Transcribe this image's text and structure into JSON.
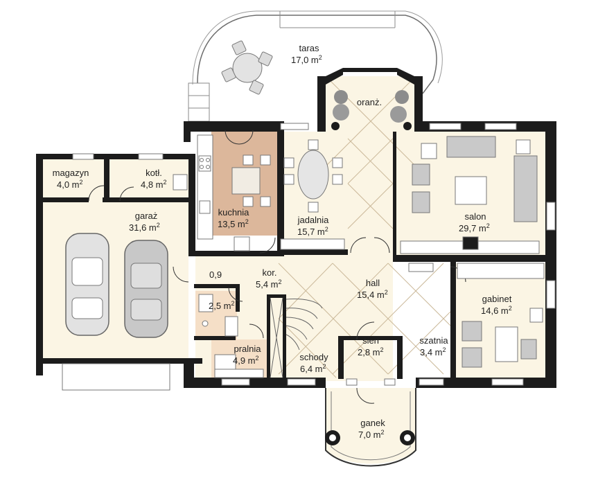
{
  "colors": {
    "wall": "#1c1c1c",
    "floor_cream": "#fbf5e4",
    "floor_kitchen": "#dcb79b",
    "floor_bath": "#f5dfc7",
    "furniture": "#c9c9c9",
    "furniture_dark": "#8c8c8c",
    "terrace_fill": "#ffffff"
  },
  "sup": "2",
  "rooms": {
    "taras": {
      "name": "taras",
      "area": "17,0 m"
    },
    "oranz": {
      "name": "oranż."
    },
    "magazyn": {
      "name": "magazyn",
      "area": "4,0 m"
    },
    "kotl": {
      "name": "kotł.",
      "area": "4,8 m"
    },
    "kuchnia": {
      "name": "kuchnia",
      "area": "13,5 m"
    },
    "jadalnia": {
      "name": "jadalnia",
      "area": "15,7 m"
    },
    "salon": {
      "name": "salon",
      "area": "29,7 m"
    },
    "garaz": {
      "name": "garaż",
      "area": "31,6 m"
    },
    "kor": {
      "name": "kor.",
      "area": "5,4 m"
    },
    "wc_small": {
      "name": "0,9"
    },
    "lazienka": {
      "area": "2,5 m"
    },
    "hall": {
      "name": "hall",
      "area": "15,4 m"
    },
    "gabinet": {
      "name": "gabinet",
      "area": "14,6 m"
    },
    "pralnia": {
      "name": "pralnia",
      "area": "4,9 m"
    },
    "schody": {
      "name": "schody",
      "area": "6,4 m"
    },
    "sien": {
      "name": "sień",
      "area": "2,8 m"
    },
    "szatnia": {
      "name": "szatnia",
      "area": "3,4 m"
    },
    "ganek": {
      "name": "ganek",
      "area": "7,0 m"
    }
  }
}
